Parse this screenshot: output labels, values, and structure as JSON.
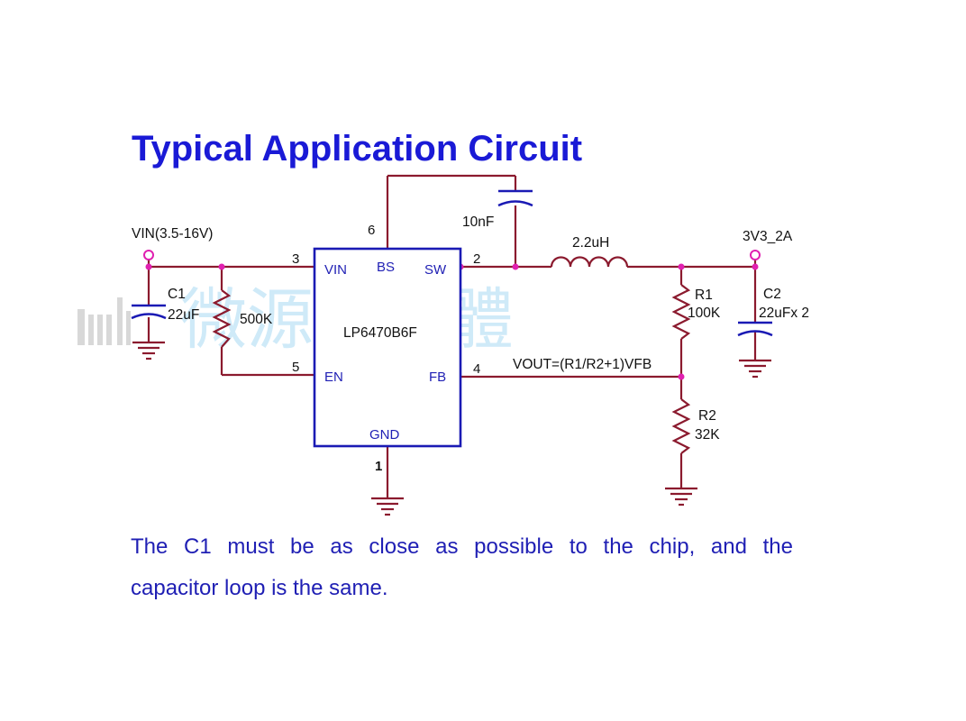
{
  "title": "Typical Application Circuit",
  "watermark": "微源半導體",
  "chip": {
    "name": "LP6470B6F",
    "pins": {
      "vin": "VIN",
      "bs": "BS",
      "sw": "SW",
      "en": "EN",
      "fb": "FB",
      "gnd": "GND"
    },
    "pin_numbers": {
      "vin": "3",
      "bs": "6",
      "sw": "2",
      "en": "5",
      "fb": "4",
      "gnd": "1"
    }
  },
  "components": {
    "vin_label": "VIN(3.5-16V)",
    "vout_label": "3V3_2A",
    "c1_ref": "C1",
    "c1_value": "22uF",
    "r_en_value": "500K",
    "c_bs_value": "10nF",
    "inductor_value": "2.2uH",
    "r1_ref": "R1",
    "r1_value": "100K",
    "r2_ref": "R2",
    "r2_value": "32K",
    "c2_ref": "C2",
    "c2_value": "22uFx 2",
    "vout_formula": "VOUT=(R1/R2+1)VFB"
  },
  "note": {
    "line1": "The C1 must be as close as possible to the chip, and the",
    "line2": "capacitor loop is the same."
  },
  "colors": {
    "wire": "#8b1a2e",
    "chip": "#1a1ab4",
    "node": "#e020b0",
    "title": "#1a1ad6",
    "note": "#1f1fb4"
  }
}
